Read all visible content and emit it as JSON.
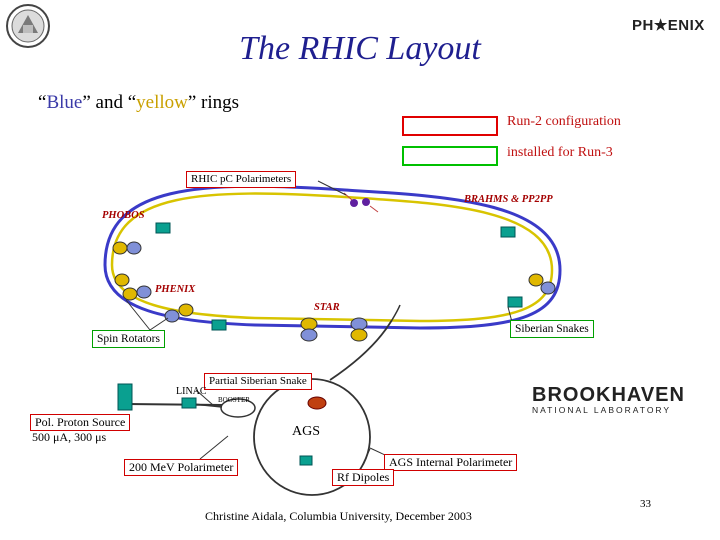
{
  "slide": {
    "title": "The RHIC Layout",
    "subtitle_pre": "“",
    "blue_word": "Blue",
    "subtitle_mid": "” and “",
    "yellow_word": "yellow",
    "subtitle_post": "” rings",
    "footer": "Christine Aidala, Columbia University, December 2003",
    "page_number": "33"
  },
  "legend": {
    "red_label": "Run-2 configuration",
    "green_label": "installed for Run-3",
    "red_color": "#e00000",
    "green_color": "#00c000"
  },
  "labels": {
    "polarimeters": "RHIC pC Polarimeters",
    "brahms": "BRAHMS & PP2PP",
    "phobos": "PHOBOS",
    "phenix": "PHENIX",
    "star": "STAR",
    "siberian_snakes": "Siberian Snakes",
    "spin_rotators": "Spin Rotators",
    "partial_snake": "Partial Siberian Snake",
    "linac": "LINAC",
    "booster": "BOOSTER",
    "ags": "AGS",
    "pol_source_line1": "Pol. Proton Source",
    "pol_source_line2": "500 μA, 300 μs",
    "mev_polarimeter": "200 MeV Polarimeter",
    "ags_internal": "AGS Internal Polarimeter",
    "rf_dipoles": "Rf Dipoles"
  },
  "logos": {
    "phenix_logo": "PH★ENIX",
    "bnl_line1": "BROOKHAVEN",
    "bnl_line2": "NATIONAL LABORATORY"
  },
  "colors": {
    "blue_ring": "#3a3ac8",
    "yellow_ring": "#d8c400",
    "title_color": "#1f1f8f",
    "label_color": "#a40000",
    "magnet_fill": "#e0b800",
    "module_fill": "#0aa090"
  }
}
